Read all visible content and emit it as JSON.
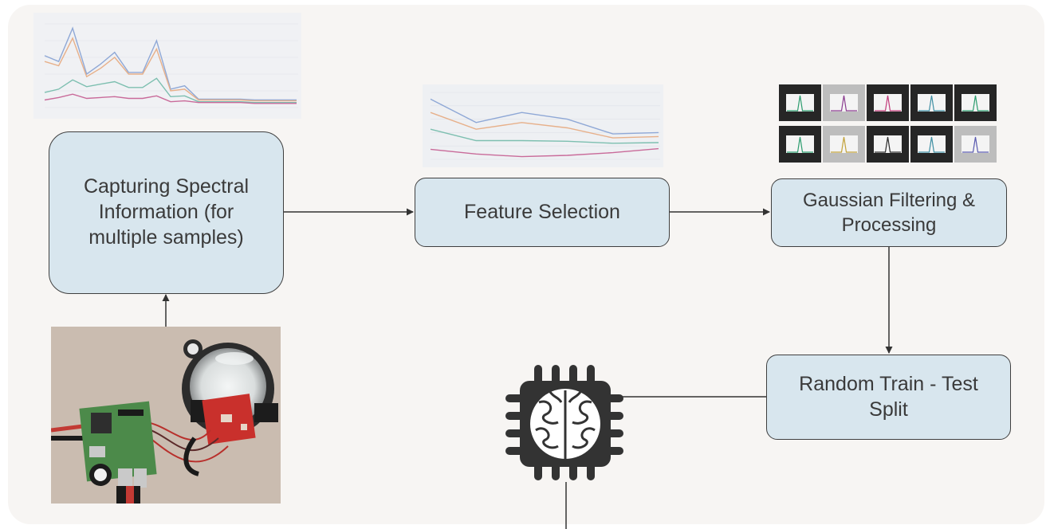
{
  "diagram": {
    "nodes": {
      "capture": "Capturing Spectral Information (for multiple samples)",
      "feature_selection": "Feature Selection",
      "gaussian": "Gaussian Filtering & Processing",
      "split": "Random Train - Test Split"
    },
    "edges": [
      {
        "from": "photo",
        "to": "capture"
      },
      {
        "from": "capture",
        "to": "feature_selection"
      },
      {
        "from": "feature_selection",
        "to": "gaussian"
      },
      {
        "from": "gaussian",
        "to": "split"
      },
      {
        "from": "split",
        "to": "ai-chip"
      }
    ],
    "icons": {
      "ai_chip": "brain-chip-icon",
      "sensor_photo": "raspberry-pi-sensor-photo"
    },
    "colors": {
      "node_fill": "#d8e6ee",
      "node_border": "#3f3f3f",
      "canvas": "#f7f5f3",
      "chip": "#333333"
    },
    "thumbnails": {
      "spectral_chart": {
        "series": [
          {
            "color": "#8fa8d6",
            "values": [
              62,
              55,
              95,
              40,
              52,
              66,
              42,
              42,
              80,
              22,
              26,
              10,
              10,
              10,
              10,
              9,
              9,
              9,
              9
            ]
          },
          {
            "color": "#e7b08a",
            "values": [
              55,
              50,
              83,
              37,
              47,
              60,
              40,
              40,
              70,
              20,
              22,
              9,
              9,
              9,
              9,
              8,
              8,
              8,
              8
            ]
          },
          {
            "color": "#7dbfb0",
            "values": [
              18,
              22,
              33,
              25,
              28,
              31,
              24,
              24,
              35,
              13,
              14,
              7,
              7,
              7,
              7,
              6,
              6,
              6,
              6
            ]
          },
          {
            "color": "#c96b9a",
            "values": [
              9,
              12,
              16,
              11,
              12,
              13,
              11,
              11,
              14,
              7,
              8,
              6,
              6,
              6,
              6,
              5,
              5,
              5,
              5
            ]
          }
        ]
      },
      "feature_chart": {
        "series": [
          {
            "color": "#8fa8d6",
            "values": [
              90,
              55,
              70,
              60,
              38,
              40
            ]
          },
          {
            "color": "#e7b08a",
            "values": [
              70,
              45,
              55,
              47,
              32,
              34
            ]
          },
          {
            "color": "#7dbfb0",
            "values": [
              45,
              28,
              28,
              27,
              24,
              25
            ]
          },
          {
            "color": "#c96b9a",
            "values": [
              15,
              8,
              4,
              6,
              10,
              16
            ]
          }
        ]
      }
    }
  }
}
